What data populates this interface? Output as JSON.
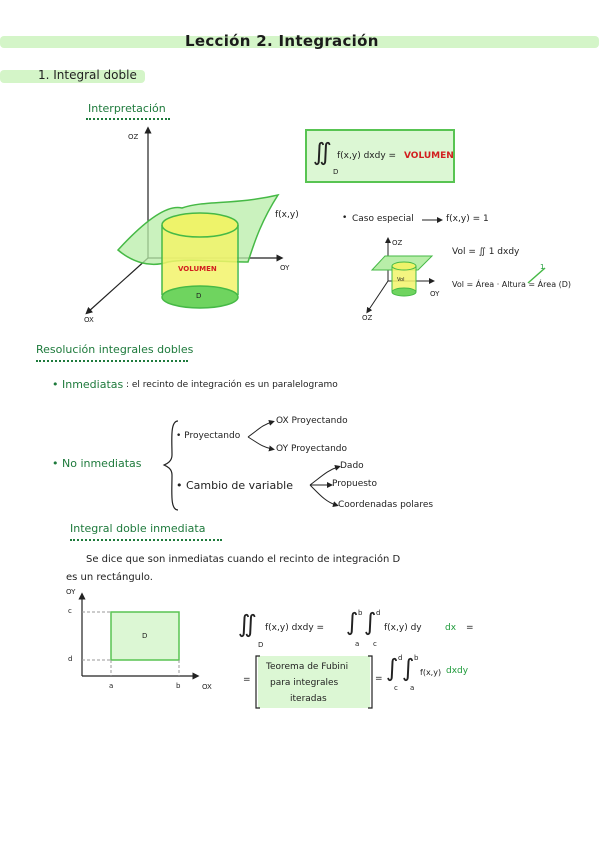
{
  "title": "Lección 2. Integración",
  "section1": "1. Integral doble",
  "interpretacion": {
    "heading": "Interpretación",
    "axis_z": "OZ",
    "axis_y": "OY",
    "axis_x": "OX",
    "surface_label": "f(x,y)",
    "volume_label": "VOLUMEN",
    "domain_label": "D",
    "formula_left": "∬",
    "formula_sub": "D",
    "formula_body": "f(x,y) dxdy =",
    "formula_result": "VOLUMEN"
  },
  "caso_especial": {
    "bullet": "•",
    "label": "Caso especial",
    "arrow": "→",
    "condition": "f(x,y) = 1",
    "axis_z": "OZ",
    "axis_y": "OY",
    "axis_x": "OZ",
    "vol_label": "Vol",
    "vol_formula": "Vol = ∬ 1 dxdy",
    "vol_area": "Vol = Área · Altura = Área (D)",
    "one": "1"
  },
  "resolucion": {
    "heading": "Resolución integrales dobles",
    "inmediatas_label": "• Inmediatas",
    "inmediatas_text": ": el recinto de integración es un paralelogramo",
    "no_inmediatas": "• No inmediatas",
    "proyectando": "• Proyectando",
    "ox_proyectando": "OX Proyectando",
    "oy_proyectando": "OY Proyectando",
    "cambio": "• Cambio de variable",
    "dado": "Dado",
    "propuesto": "Propuesto",
    "coordenadas": "Coordenadas polares"
  },
  "inmediata": {
    "heading": "Integral doble inmediata",
    "text_line1": "Se dice que son inmediatas cuando el recinto de integración D",
    "text_line2": "es un rectángulo.",
    "axis_y": "OY",
    "axis_x": "OX",
    "c": "c",
    "d": "d",
    "a": "a",
    "b": "b",
    "D": "D",
    "eq1_left": "∬",
    "eq1_sub": "D",
    "eq1_body": "f(x,y) dxdy =",
    "eq1_int_a": "a",
    "eq1_int_b": "b",
    "eq1_int_c": "c",
    "eq1_int_d": "d",
    "eq1_body2": "f(x,y) dy",
    "eq1_dx": "dx",
    "eq1_end": "=",
    "eq2_start": "=",
    "fubini_l1": "Teorema de Fubini",
    "fubini_l2": "para integrales",
    "fubini_l3": "iteradas",
    "eq2_eq": "=",
    "eq2_c": "c",
    "eq2_d": "d",
    "eq2_a": "a",
    "eq2_b": "b",
    "eq2_body": "f(x,y)",
    "eq2_dxdy": "dxdy"
  }
}
